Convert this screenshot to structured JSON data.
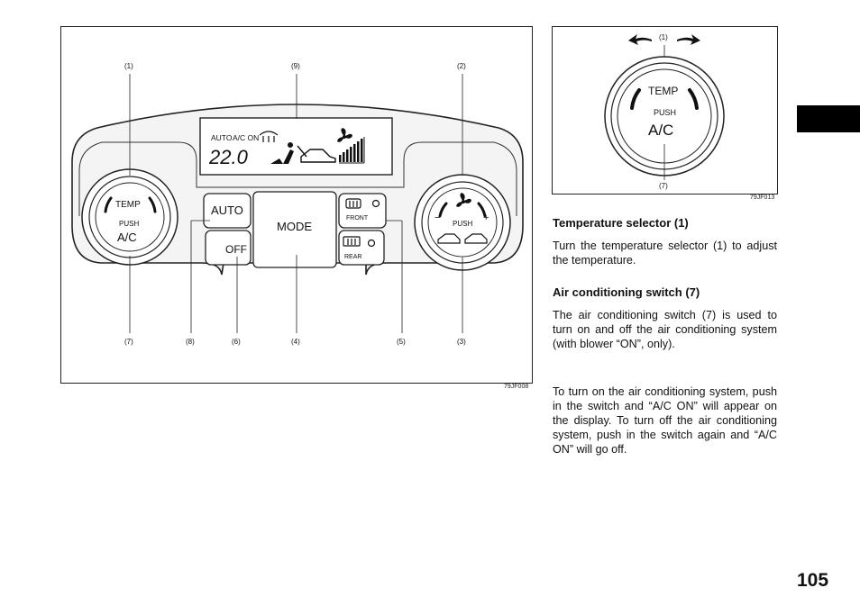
{
  "figure_main": {
    "code": "79JF008",
    "display": {
      "auto": "AUTO",
      "ac_on": "A/C ON",
      "temp": "22.0"
    },
    "left_knob": {
      "top": "TEMP",
      "push": "PUSH",
      "label": "A/C"
    },
    "right_knob": {
      "push": "PUSH",
      "minus": "−",
      "plus": "+"
    },
    "buttons": {
      "auto": "AUTO",
      "off": "OFF",
      "mode": "MODE",
      "front": "FRONT",
      "rear": "REAR"
    },
    "callouts": [
      "(1)",
      "(9)",
      "(2)",
      "(7)",
      "(8)",
      "(6)",
      "(4)",
      "(5)",
      "(3)"
    ]
  },
  "figure_side": {
    "code": "79JF013",
    "knob": {
      "top": "TEMP",
      "push": "PUSH",
      "label": "A/C"
    },
    "callouts": [
      "(1)",
      "(7)"
    ]
  },
  "sections": [
    {
      "heading": "Temperature selector (1)",
      "paragraphs": [
        "Turn the temperature selector (1) to adjust the temperature."
      ]
    },
    {
      "heading": "Air conditioning switch (7)",
      "paragraphs": [
        "The air conditioning switch (7) is used to turn on and off the air conditioning system (with blower “ON”, only).",
        "To turn on the air conditioning system, push in the switch and “A/C ON” will appear on the display. To turn off the air conditioning system, push in the switch again and “A/C ON” will go off."
      ]
    }
  ],
  "page_number": "105"
}
